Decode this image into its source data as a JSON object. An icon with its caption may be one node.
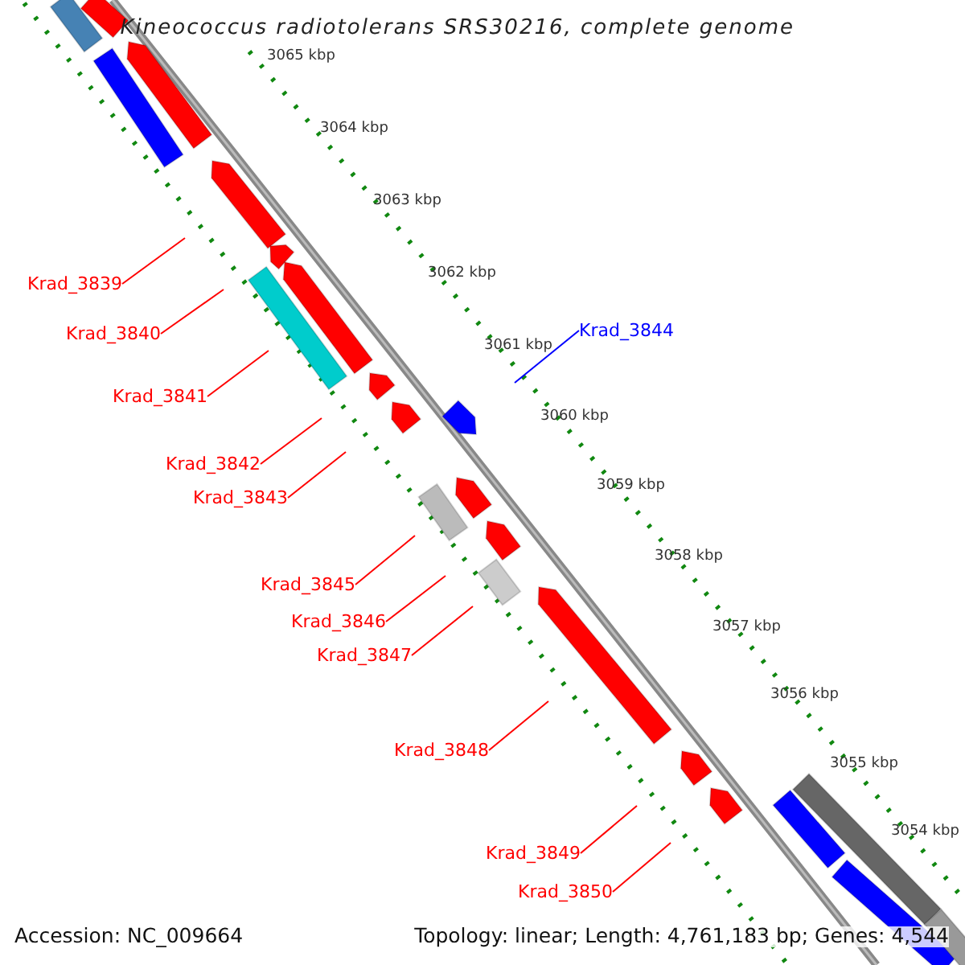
{
  "diagram": {
    "title": "Kineococcus radiotolerans SRS30216, complete genome",
    "nodes": [
      {
        "text": [
          "Krad_3839"
        ]
      },
      {
        "text": [
          "Krad_3844"
        ]
      },
      {
        "text": [
          "Krad_3840"
        ]
      },
      {
        "text": [
          "Krad_3841"
        ]
      },
      {
        "text": [
          "Krad_3842"
        ]
      },
      {
        "text": [
          "Krad_3843"
        ]
      },
      {
        "text": [
          "Krad_3845"
        ]
      },
      {
        "text": [
          "Krad_3846"
        ]
      },
      {
        "text": [
          "Krad_3847"
        ]
      },
      {
        "text": [
          "Krad_3848"
        ]
      },
      {
        "text": [
          "Krad_3849"
        ]
      },
      {
        "text": [
          "Krad_3850"
        ]
      }
    ],
    "edges": [
      {
        "from": 0,
        "to": null,
        "arrow": "none"
      },
      {
        "from": 1,
        "to": null,
        "arrow": "none",
        "color": "#0000ff"
      },
      {
        "from": 2,
        "to": null,
        "arrow": "none"
      },
      {
        "from": 3,
        "to": null,
        "arrow": "none"
      },
      {
        "from": 4,
        "to": null,
        "arrow": "none"
      },
      {
        "from": 5,
        "to": null,
        "arrow": "none"
      },
      {
        "from": 6,
        "to": null,
        "arrow": "none"
      },
      {
        "from": 7,
        "to": null,
        "arrow": "none"
      },
      {
        "from": 8,
        "to": null,
        "arrow": "none"
      },
      {
        "from": 9,
        "to": null,
        "arrow": "none"
      },
      {
        "from": 10,
        "to": null,
        "arrow": "none"
      },
      {
        "from": 11,
        "to": null,
        "arrow": "none"
      }
    ],
    "labels": [
      "3065 kbp",
      "3064 kbp",
      "3063 kbp",
      "3062 kbp",
      "3061 kbp",
      "3060 kbp",
      "3059 kbp",
      "3058 kbp",
      "3057 kbp",
      "3056 kbp",
      "3055 kbp",
      "3054 kbp",
      "Accession: NC_009664",
      "Topology: linear; Length: 4,761,183 bp; Genes: 4,544"
    ]
  }
}
